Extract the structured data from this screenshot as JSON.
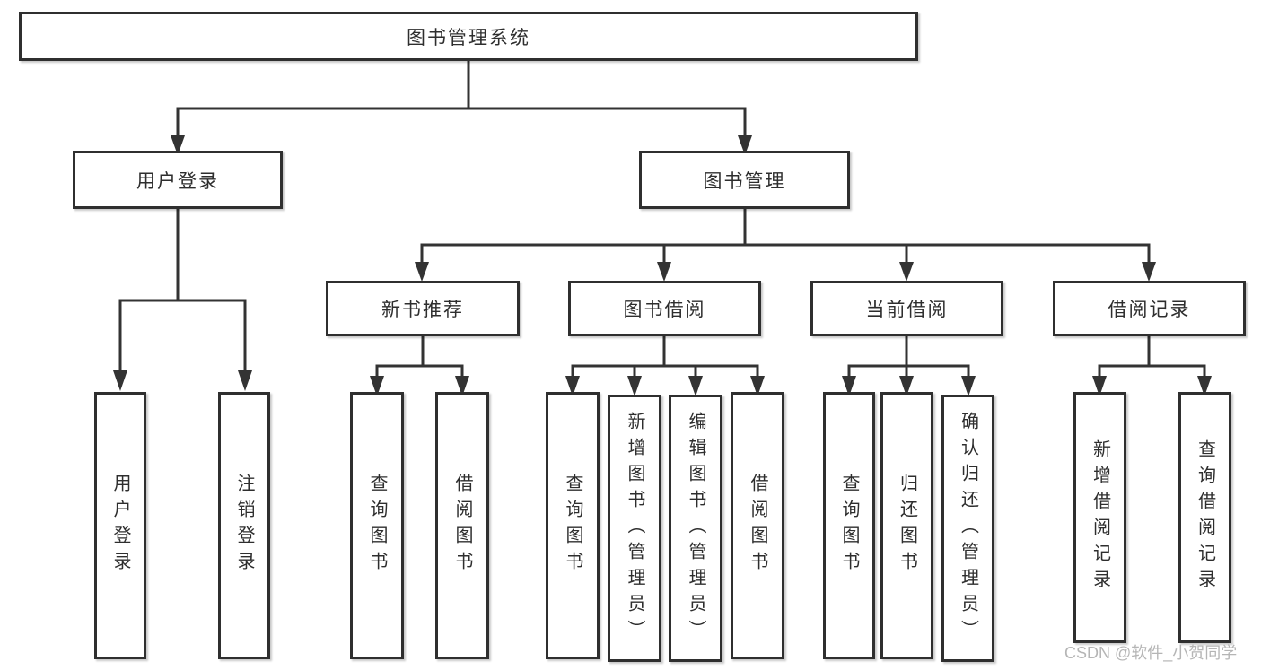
{
  "diagram": {
    "root": {
      "label": "图书管理系统"
    },
    "level2": [
      {
        "id": "user-login",
        "label": "用户登录"
      },
      {
        "id": "book-management",
        "label": "图书管理"
      }
    ],
    "level3": [
      {
        "id": "new-book-recommend",
        "parent": "图书管理",
        "label": "新书推荐"
      },
      {
        "id": "book-borrow",
        "parent": "图书管理",
        "label": "图书借阅"
      },
      {
        "id": "current-borrow",
        "parent": "图书管理",
        "label": "当前借阅"
      },
      {
        "id": "borrow-records",
        "parent": "图书管理",
        "label": "借阅记录"
      }
    ],
    "leaves": [
      {
        "parent": "用户登录",
        "label": "用户登录"
      },
      {
        "parent": "用户登录",
        "label": "注销登录"
      },
      {
        "parent": "新书推荐",
        "label": "查询图书"
      },
      {
        "parent": "新书推荐",
        "label": "借阅图书"
      },
      {
        "parent": "图书借阅",
        "label": "查询图书"
      },
      {
        "parent": "图书借阅",
        "label": "新增图书（管理员）"
      },
      {
        "parent": "图书借阅",
        "label": "编辑图书（管理员）"
      },
      {
        "parent": "图书借阅",
        "label": "借阅图书"
      },
      {
        "parent": "当前借阅",
        "label": "查询图书"
      },
      {
        "parent": "当前借阅",
        "label": "归还图书"
      },
      {
        "parent": "当前借阅",
        "label": "确认归还（管理员）"
      },
      {
        "parent": "借阅记录",
        "label": "新增借阅记录"
      },
      {
        "parent": "借阅记录",
        "label": "查询借阅记录"
      }
    ]
  },
  "watermark": "CSDN @软件_小贺同学",
  "colors": {
    "line": "#333333",
    "box_border": "#2f2f2f",
    "text": "#2e2e2e",
    "background": "#ffffff",
    "watermark": "#b5b5b5"
  }
}
